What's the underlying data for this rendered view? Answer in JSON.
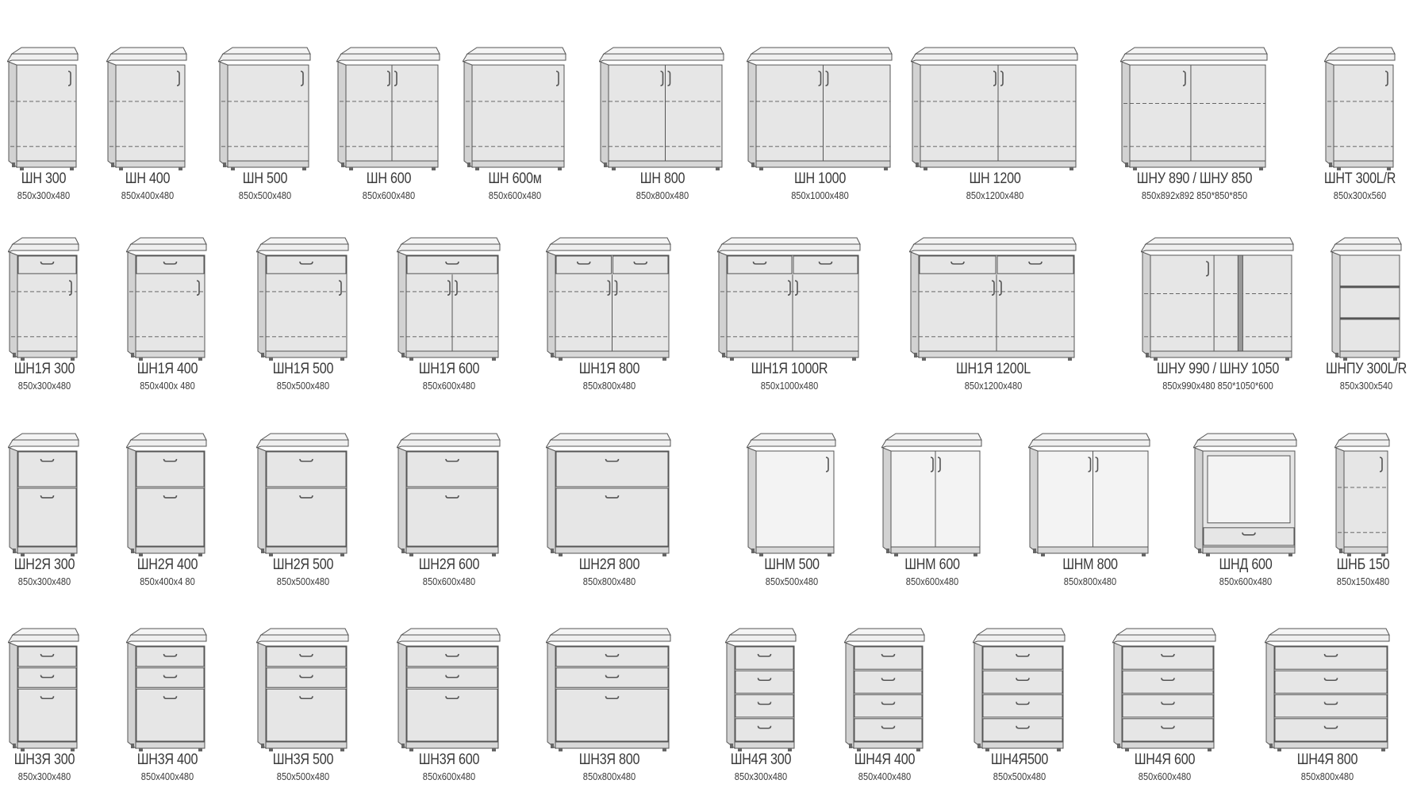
{
  "rows": [
    {
      "items": [
        {
          "name": "ШН 300",
          "dims": "850x300x480"
        },
        {
          "name": "ШН 400",
          "dims": "850x400x480"
        },
        {
          "name": "ШН 500",
          "dims": "850x500x480"
        },
        {
          "name": "ШН 600",
          "dims": "850x600x480"
        },
        {
          "name": "ШН 600м",
          "dims": "850x600x480"
        },
        {
          "name": "ШН 800",
          "dims": "850x800x480"
        },
        {
          "name": "ШН 1000",
          "dims": "850x1000x480"
        },
        {
          "name": "ШН 1200",
          "dims": "850x1200x480"
        },
        {
          "name": "ШНУ 890 / ШНУ 850",
          "dims": "850x892x892     850*850*850"
        },
        {
          "name": "ШНТ 300L/R",
          "dims": "850x300x560"
        }
      ]
    },
    {
      "items": [
        {
          "name": "ШН1Я 300",
          "dims": "850x300x480"
        },
        {
          "name": "ШН1Я 400",
          "dims": "850x400x 480"
        },
        {
          "name": "ШН1Я 500",
          "dims": "850x500x480"
        },
        {
          "name": "ШН1Я 600",
          "dims": "850x600x480"
        },
        {
          "name": "ШН1Я 800",
          "dims": "850x800x480"
        },
        {
          "name": "ШН1Я 1000R",
          "dims": "850x1000x480"
        },
        {
          "name": "ШН1Я 1200L",
          "dims": "850x1200x480"
        },
        {
          "name": "ШНУ 990 / ШНУ 1050",
          "dims": "850x990x480   850*1050*600"
        },
        {
          "name": "ШНПУ 300L/R",
          "dims": "850x300x540"
        }
      ]
    },
    {
      "items": [
        {
          "name": "ШН2Я 300",
          "dims": "850x300x480"
        },
        {
          "name": "ШН2Я 400",
          "dims": "850x400x4 80"
        },
        {
          "name": "ШН2Я 500",
          "dims": "850x500x480"
        },
        {
          "name": "ШН2Я 600",
          "dims": "850x600x480"
        },
        {
          "name": "ШН2Я 800",
          "dims": "850x800x480"
        },
        {
          "name": "ШНМ 500",
          "dims": "850x500x480"
        },
        {
          "name": "ШНМ 600",
          "dims": "850x600x480"
        },
        {
          "name": "ШНМ 800",
          "dims": "850x800x480"
        },
        {
          "name": "ШНД 600",
          "dims": "850x600x480"
        },
        {
          "name": "ШНБ 150",
          "dims": "850x150x480"
        }
      ]
    },
    {
      "items": [
        {
          "name": "ШН3Я 300",
          "dims": "850x300x480"
        },
        {
          "name": "ШН3Я 400",
          "dims": "850x400x480"
        },
        {
          "name": "ШН3Я 500",
          "dims": "850x500x480"
        },
        {
          "name": "ШН3Я 600",
          "dims": "850x600x480"
        },
        {
          "name": "ШН3Я 800",
          "dims": "850x800x480"
        },
        {
          "name": "ШН4Я 300",
          "dims": "850x300x480"
        },
        {
          "name": "ШН4Я 400",
          "dims": "850x400x480"
        },
        {
          "name": "ШН4Я500",
          "dims": "850x500x480"
        },
        {
          "name": "ШН4Я 600",
          "dims": "850x600x480"
        },
        {
          "name": "ШН4Я 800",
          "dims": "850x800x480"
        }
      ]
    }
  ]
}
